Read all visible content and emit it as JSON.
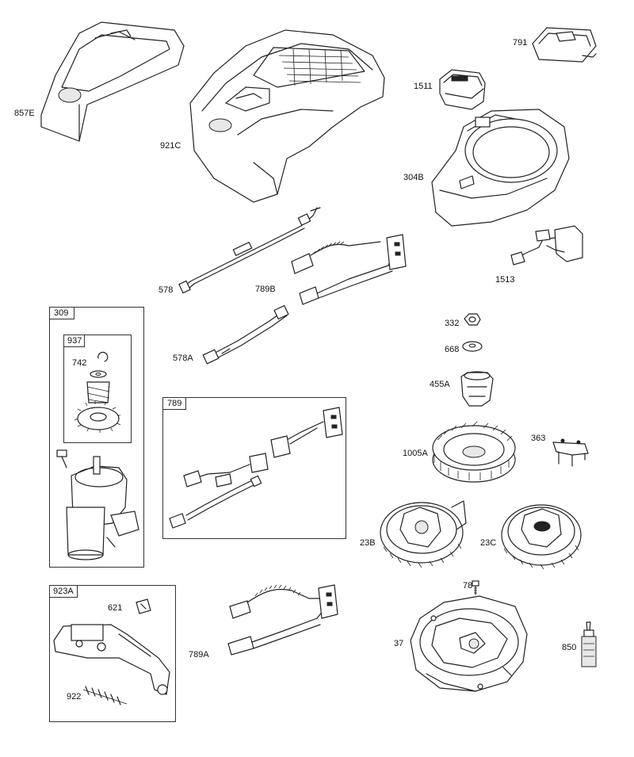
{
  "labels": {
    "p857E": "857E",
    "p921C": "921C",
    "p791": "791",
    "p1511": "1511",
    "p304B": "304B",
    "p578": "578",
    "p789B": "789B",
    "p1513": "1513",
    "p578A": "578A",
    "p332": "332",
    "p668": "668",
    "p455A": "455A",
    "p1005A": "1005A",
    "p363": "363",
    "p23B": "23B",
    "p23C": "23C",
    "p78": "78",
    "p37": "37",
    "p850": "850",
    "p789A": "789A",
    "p742": "742",
    "p621": "621",
    "p922": "922"
  },
  "boxes": {
    "b309": "309",
    "b937": "937",
    "b789": "789",
    "b923A": "923A"
  }
}
